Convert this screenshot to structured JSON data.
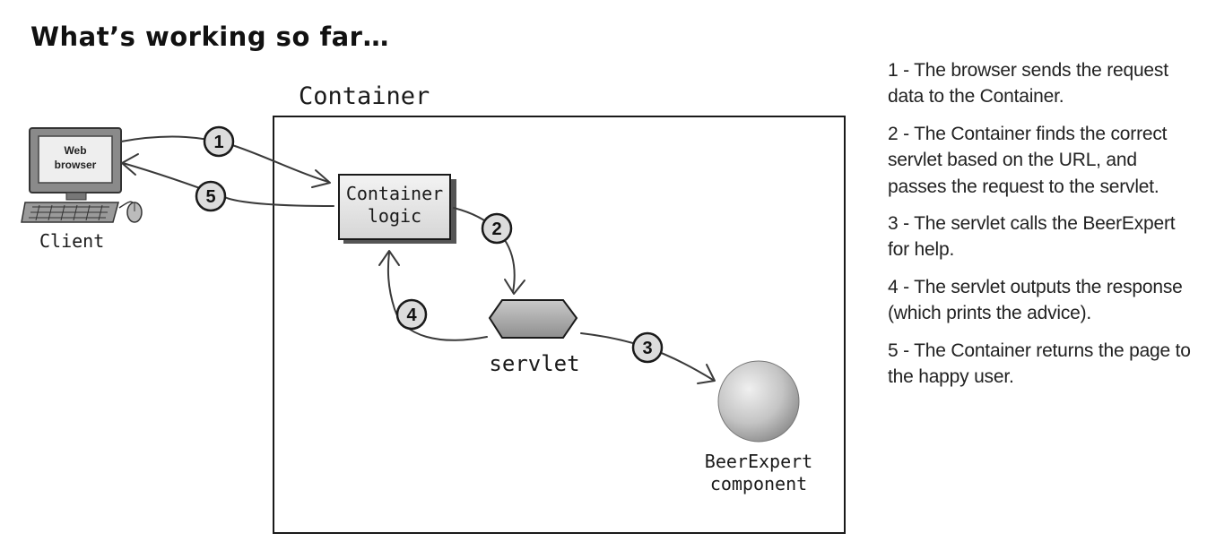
{
  "heading": "What’s working so far…",
  "container_label": "Container",
  "client": {
    "screen_line1": "Web",
    "screen_line2": "browser",
    "label": "Client"
  },
  "container_logic": {
    "line1": "Container",
    "line2": "logic"
  },
  "servlet_label": "servlet",
  "beer_expert": {
    "line1": "BeerExpert",
    "line2": "component"
  },
  "step_badges": [
    "1",
    "2",
    "3",
    "4",
    "5"
  ],
  "steps": [
    "1 - The browser sends the request data to the Container.",
    "2 - The Container finds the correct servlet based on the URL, and passes the request to the servlet.",
    "3 - The servlet calls the BeerExpert for help.",
    "4 - The servlet outputs the response (which prints the advice).",
    "5 - The Container returns the page to the happy user."
  ]
}
